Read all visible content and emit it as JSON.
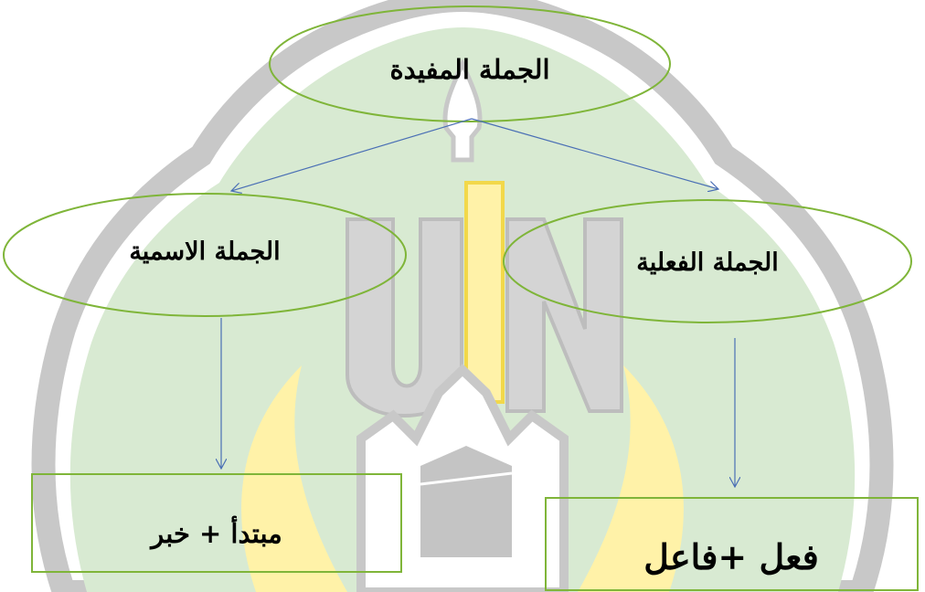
{
  "diagram": {
    "root": {
      "label": "الجملة المفيدة"
    },
    "branches": [
      {
        "label": "الجملة الاسمية",
        "result": "مبتدأ + خبر"
      },
      {
        "label": "الجملة الفعلية",
        "result": "فعل +فاعل"
      }
    ]
  },
  "colors": {
    "shape_outline": "#7fb539",
    "arrow": "#4a6fb5",
    "watermark_green": "#d8ead2",
    "watermark_gray": "#c8c8c8",
    "watermark_yellow": "#fff2a8"
  }
}
